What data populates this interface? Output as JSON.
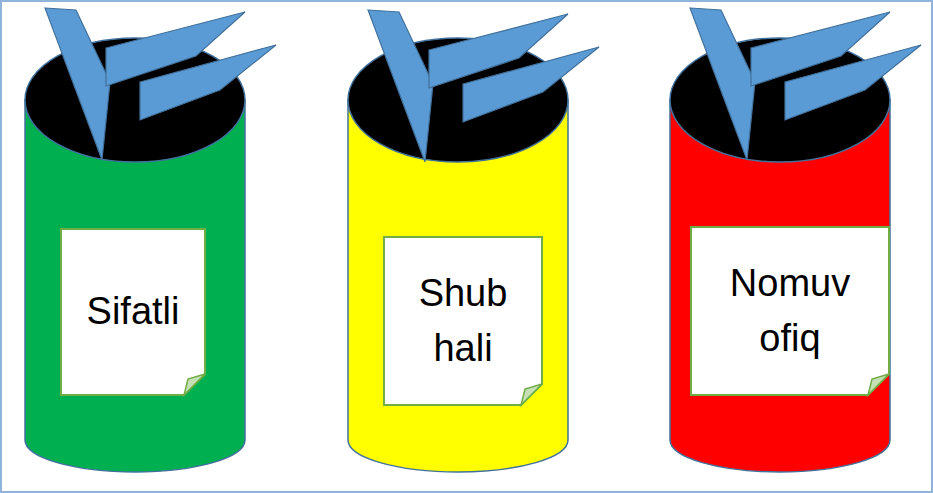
{
  "diagram": {
    "nodes": [
      {
        "text": [
          "Sifatli"
        ]
      },
      {
        "text": [
          "Shub hali"
        ]
      },
      {
        "text": [
          "Nomuv ofiq"
        ]
      }
    ]
  }
}
